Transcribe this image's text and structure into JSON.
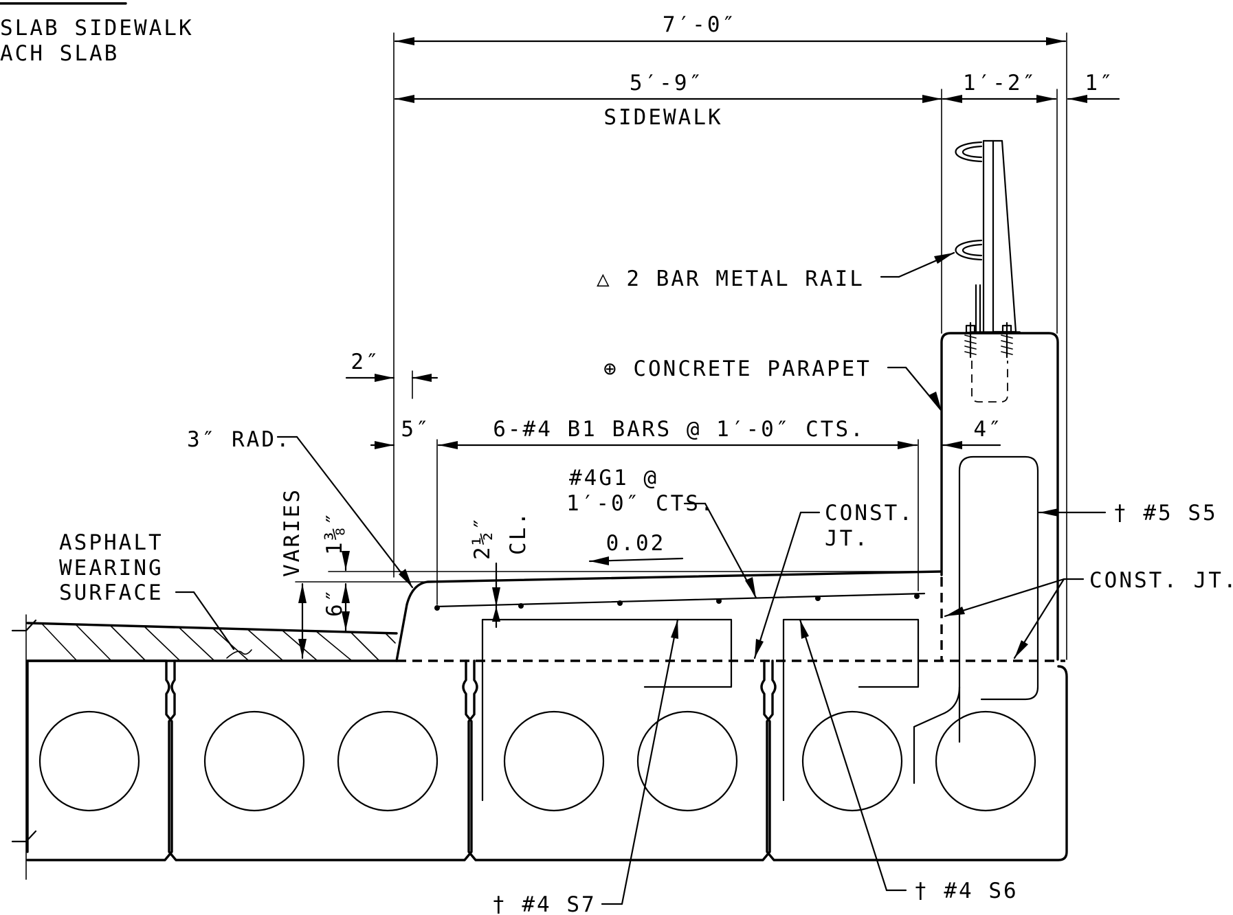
{
  "header": {
    "line1": "SLAB SIDEWALK",
    "line2": "ACH SLAB"
  },
  "dimensions": {
    "overall": "7′-0″",
    "sidewalk_width": "5′-9″",
    "sidewalk_label": "SIDEWALK",
    "parapet_width": "1′-2″",
    "edge_offset": "1″",
    "curb_offset": "2″",
    "bar_start": "5″",
    "parapet_inset": "4″",
    "varies": "VARIES",
    "thickness_1": "1⅜″",
    "thickness_2": "6″",
    "cover": "2½″",
    "cl": "CL.",
    "slope": "0.02"
  },
  "labels": {
    "rail": "△ 2 BAR METAL RAIL",
    "parapet": "⊕ CONCRETE PARAPET",
    "radius": "3″ RAD.",
    "b1_bars": "6-#4 B1 BARS @ 1′-0″ CTS.",
    "g1_line1": "#4G1 @",
    "g1_line2": "1′-0″ CTS.",
    "const_jt_a_line1": "CONST.",
    "const_jt_a_line2": "JT.",
    "const_jt_b": "CONST. JT.",
    "s5": "† #5 S5",
    "asphalt_line1": "ASPHALT",
    "asphalt_line2": "WEARING",
    "asphalt_line3": "SURFACE",
    "s7": "† #4 S7",
    "s6": "† #4 S6"
  }
}
